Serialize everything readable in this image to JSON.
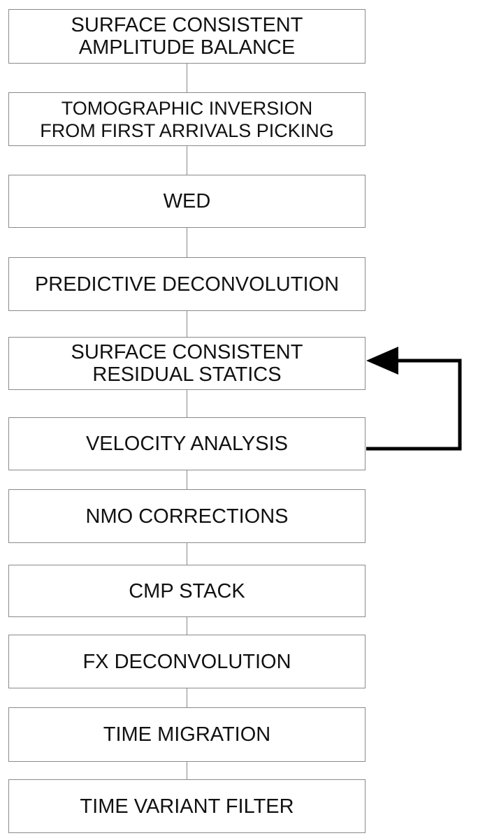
{
  "steps": [
    "SURFACE CONSISTENT\nAMPLITUDE BALANCE",
    "TOMOGRAPHIC INVERSION\nFROM FIRST ARRIVALS PICKING",
    "WED",
    "PREDICTIVE DECONVOLUTION",
    "SURFACE CONSISTENT\nRESIDUAL STATICS",
    "VELOCITY ANALYSIS",
    "NMO CORRECTIONS",
    "CMP STACK",
    "FX DECONVOLUTION",
    "TIME MIGRATION",
    "TIME VARIANT FILTER"
  ],
  "colors": {
    "box_border": "#8a8a8a",
    "text": "#111111",
    "feedback_arrow": "#000000"
  }
}
